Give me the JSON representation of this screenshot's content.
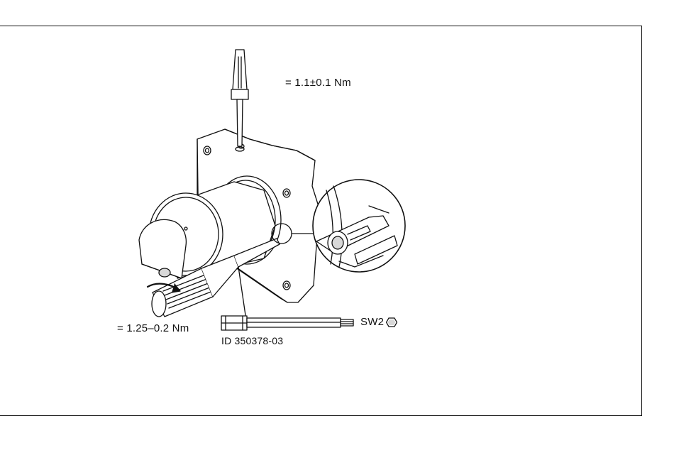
{
  "labels": {
    "torque_screwdriver": "= 1.1±0.1 Nm",
    "torque_wrench": "= 1.25–0.2 Nm",
    "bit_id": "ID 350378-03",
    "bit_size": "SW2"
  },
  "icons": {
    "bit_profile": "hex-icon"
  },
  "colors": {
    "line": "#111111",
    "background": "#ffffff",
    "shade": "#d8d8d8"
  }
}
